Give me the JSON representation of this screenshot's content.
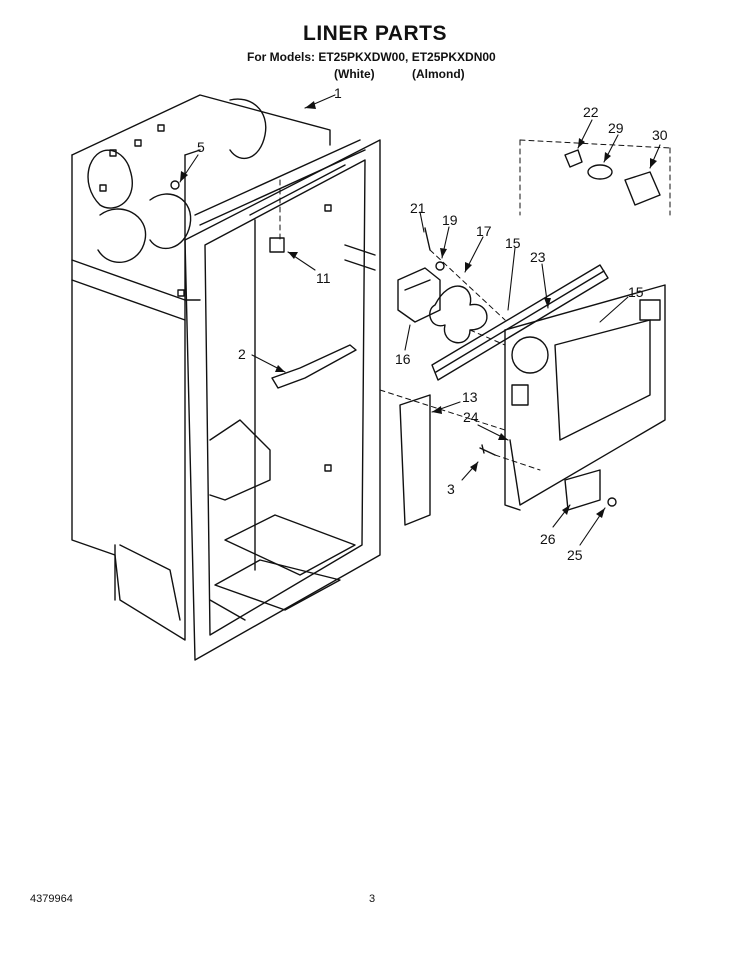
{
  "header": {
    "title": "LINER PARTS",
    "models": "For Models: ET25PKXDW00, ET25PKXDN00",
    "variant_white": "(White)",
    "variant_almond": "(Almond)"
  },
  "callouts": [
    "1",
    "5",
    "11",
    "2",
    "21",
    "19",
    "17",
    "15",
    "23",
    "15",
    "16",
    "13",
    "24",
    "3",
    "26",
    "25",
    "22",
    "29",
    "30"
  ],
  "footer": {
    "doc_number": "4379964",
    "page_number": "3"
  }
}
